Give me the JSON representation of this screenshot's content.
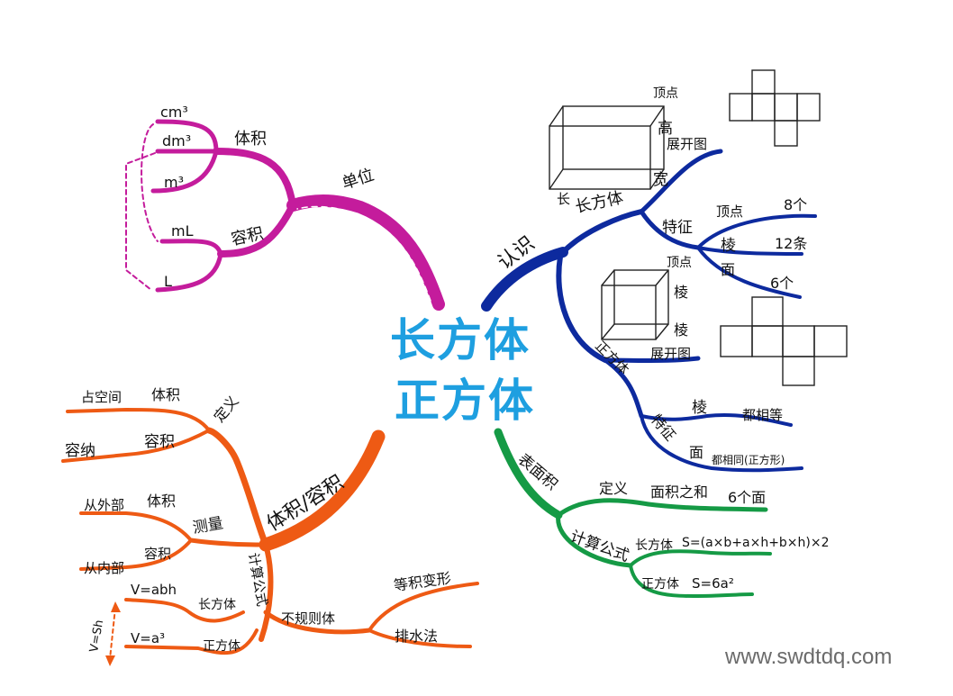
{
  "colors": {
    "title": "#1e9fe0",
    "unit_branch": "#c41c9c",
    "recognize_branch": "#0d2a9e",
    "surface_branch": "#159a45",
    "volume_branch": "#ee5a14"
  },
  "center": {
    "line1": "长方体",
    "line2": "正方体"
  },
  "units": {
    "root": "单位",
    "volume": "体积",
    "capacity": "容积",
    "cm3": "cm³",
    "dm3": "dm³",
    "m3": "m³",
    "ml": "mL",
    "l": "L"
  },
  "recognize": {
    "root": "认识",
    "cuboid": {
      "name": "长方体",
      "vertex_label": "顶点",
      "height_label": "高",
      "width_label": "宽",
      "length_label": "长",
      "net_label": "展开图",
      "feature": "特征",
      "vertices": "顶点",
      "vertices_count": "8个",
      "edges": "棱",
      "edges_count": "12条",
      "faces": "面",
      "faces_count": "6个"
    },
    "cube": {
      "name": "正方体",
      "vertex_label": "顶点",
      "edge_label_1": "棱",
      "edge_label_2": "棱",
      "net_label": "展开图",
      "feature": "特征",
      "edges": "棱",
      "edges_desc": "都相等",
      "faces": "面",
      "faces_desc": "都相同(正方形)"
    }
  },
  "surface": {
    "root": "表面积",
    "definition": "定义",
    "definition_desc": "面积之和",
    "six_faces": "6个面",
    "formula": "计算公式",
    "cuboid": "长方体",
    "cuboid_formula": "S=(a×b+a×h+b×h)×2",
    "cube": "正方体",
    "cube_formula": "S=6a²"
  },
  "volume": {
    "root": "体积/容积",
    "definition": "定义",
    "occupy_space": "占空间",
    "occupy_term": "体积",
    "hold": "容纳",
    "hold_term": "容积",
    "measure": "测量",
    "outside": "从外部",
    "outside_term": "体积",
    "inside": "从内部",
    "inside_term": "容积",
    "formula": "计算公式",
    "cuboid": "长方体",
    "cuboid_formula": "V=abh",
    "cube": "正方体",
    "cube_formula": "V=a³",
    "general_formula": "V=Sh",
    "irregular": "不规则体",
    "equal_volume": "等积变形",
    "displacement": "排水法"
  },
  "watermark": "www.swdtdq.com"
}
